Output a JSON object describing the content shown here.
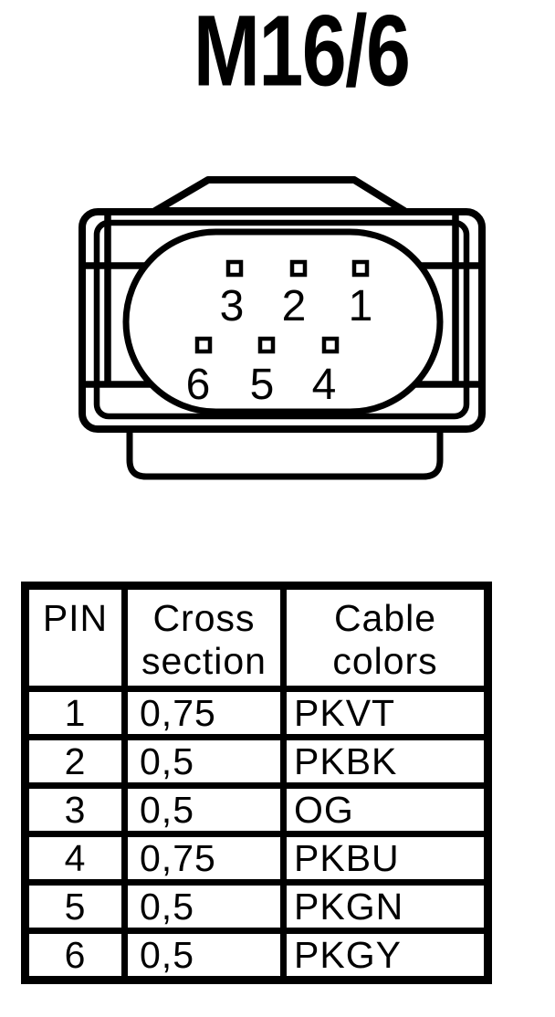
{
  "page": {
    "title": "M16/6",
    "background": "#ffffff",
    "line_color": "#000000"
  },
  "connector": {
    "pin_count": 6,
    "top_row_labels": [
      "3",
      "2",
      "1"
    ],
    "bottom_row_labels": [
      "6",
      "5",
      "4"
    ]
  },
  "table": {
    "headers": [
      "PIN",
      "Cross section",
      "Cable colors"
    ],
    "rows": [
      {
        "pin": "1",
        "cross_section": "0,75",
        "cable_color": "PKVT"
      },
      {
        "pin": "2",
        "cross_section": "0,5",
        "cable_color": "PKBK"
      },
      {
        "pin": "3",
        "cross_section": "0,5",
        "cable_color": "OG"
      },
      {
        "pin": "4",
        "cross_section": "0,75",
        "cable_color": "PKBU"
      },
      {
        "pin": "5",
        "cross_section": "0,5",
        "cable_color": "PKGN"
      },
      {
        "pin": "6",
        "cross_section": "0,5",
        "cable_color": "PKGY"
      }
    ]
  }
}
